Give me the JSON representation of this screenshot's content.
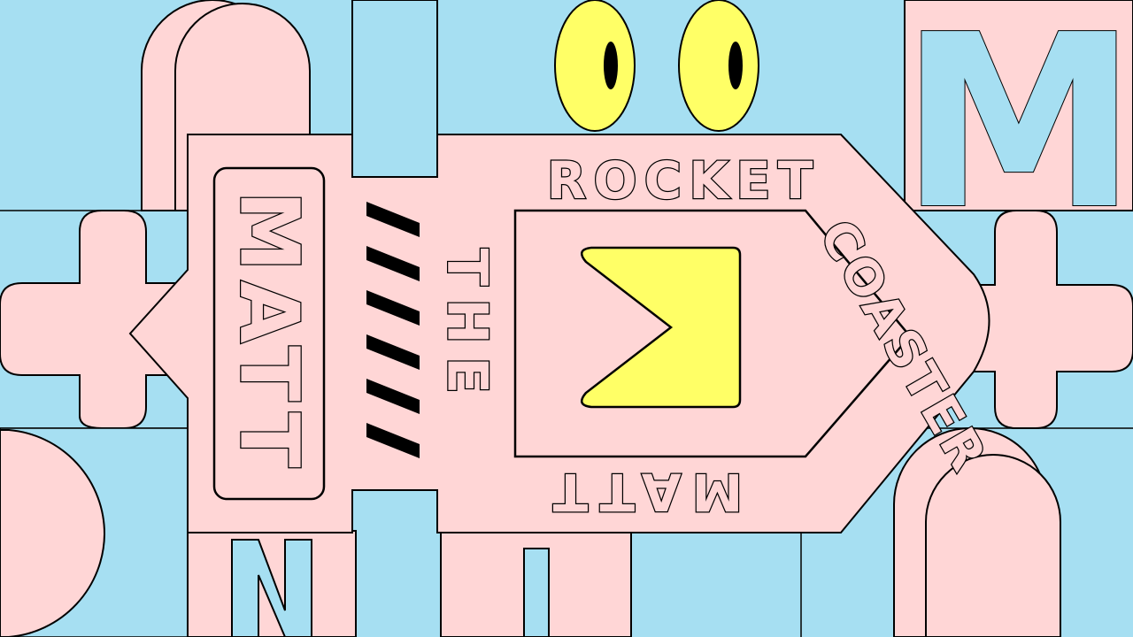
{
  "artwork": {
    "rocket_word": "ROCKET",
    "coaster_word": "COASTER",
    "vertical_name": "MATT",
    "the_word": "THE",
    "bottom_name": "MATT",
    "corner_letter": "M"
  },
  "colors": {
    "background": "#a6dff2",
    "pink": "#ffd6d6",
    "yellow": "#ffff66",
    "outline": "#000000"
  },
  "icons": [
    "left-eye-icon",
    "right-eye-icon",
    "play-arrow-icon",
    "plus-sign-icon",
    "hazard-stripes-icon"
  ]
}
